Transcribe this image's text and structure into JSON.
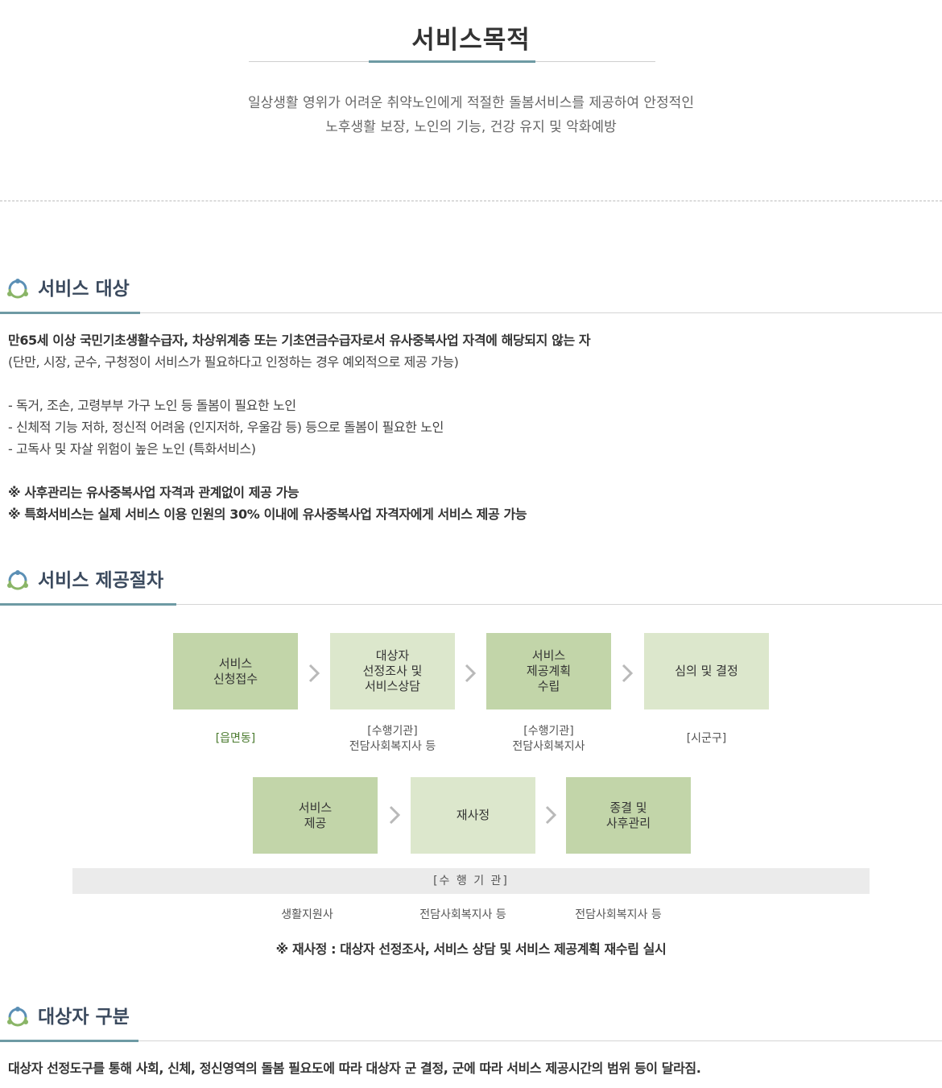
{
  "purpose": {
    "title": "서비스목적",
    "desc_line1": "일상생활 영위가 어려운 취약노인에게 적절한 돌봄서비스를 제공하여 안정적인",
    "desc_line2": "노후생활 보장, 노인의 기능, 건강 유지 및 악화예방"
  },
  "target": {
    "title": "서비스 대상",
    "main": "만65세 이상 국민기초생활수급자, 차상위계층 또는 기초연금수급자로서 유사중복사업 자격에 해당되지 않는 자",
    "exception": "(단만, 시장, 군수, 구청정이 서비스가 필요하다고 인정하는 경우 예외적으로 제공 가능)",
    "items": [
      "- 독거, 조손, 고령부부 가구 노인 등 돌봄이 필요한 노인",
      "- 신체적 기능 저하, 정신적 어려움 (인지저하, 우울감 등) 등으로 돌봄이 필요한 노인",
      "- 고독사 및 자살 위험이 높은 노인 (특화서비스)"
    ],
    "notes": [
      "※ 사후관리는 유사중복사업 자격과 관계없이 제공 가능",
      "※ 특화서비스는 실제 서비스 이용 인원의 30% 이내에 유사중복사업 자격자에게 서비스 제공 가능"
    ]
  },
  "procedure": {
    "title": "서비스 제공절차",
    "row1": [
      {
        "label": "서비스\n신청접수",
        "below": "[읍면동]"
      },
      {
        "label": "대상자\n선정조사 및\n서비스상담",
        "below": "[수행기관]\n전담사회복지사 등"
      },
      {
        "label": "서비스\n제공계획\n수립",
        "below": "[수행기관]\n전담사회복지사"
      },
      {
        "label": "심의 및 결정",
        "below": "[시군구]"
      }
    ],
    "row2": [
      {
        "label": "서비스\n제공"
      },
      {
        "label": "재사정"
      },
      {
        "label": "종결 및\n사후관리"
      }
    ],
    "org_label": "[수 행 기 관]",
    "roles": [
      "생활지원사",
      "전담사회복지사 등",
      "전담사회복지사 등"
    ],
    "note": "※ 재사정 : 대상자 선정조사, 서비스 상담 및 서비스 제공계획 재수립 실시"
  },
  "classification": {
    "title": "대상자 구분",
    "text": "대상자 선정도구를 통해 사회, 신체, 정신영역의 돌봄 필요도에 따라 대상자 군 결정, 군에 따라 서비스 제공시간의 범위 등이 달라짐."
  },
  "colors": {
    "accent": "#6e9aa4",
    "box_dark": "#c2d5a9",
    "box_light": "#dce7cc",
    "icon_blue": "#5b8fb5",
    "icon_green": "#8ab567"
  }
}
